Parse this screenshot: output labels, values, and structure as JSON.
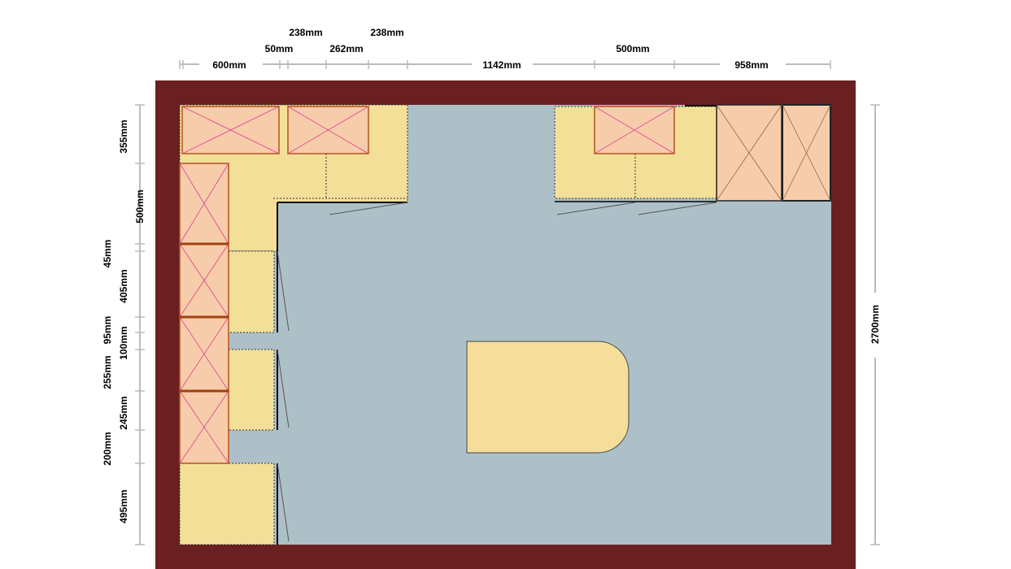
{
  "colors": {
    "wall": "#6a2020",
    "floor": "#adc0c7",
    "counter": "#f3df98",
    "cabinet": "#f7ccaa",
    "cabinet_edge": "#b3541e",
    "cross": "#e04090",
    "island": "#f5dd9a",
    "dim": "#bbbbbb"
  },
  "top_dimensions": {
    "row1": [
      "238mm",
      "238mm"
    ],
    "row2": [
      "50mm",
      "262mm",
      "500mm"
    ],
    "row3": [
      "600mm",
      "1142mm",
      "958mm"
    ]
  },
  "left_dimensions": {
    "outer": [
      "45mm",
      "95mm",
      "255mm",
      "200mm"
    ],
    "inner": [
      "355mm",
      "405mm",
      "100mm",
      "245mm",
      "495mm"
    ],
    "mid": [
      "500mm"
    ]
  },
  "right_dimensions": {
    "total": "2700mm"
  },
  "legend": {
    "wall_icon": "wall-icon",
    "cabinet_icon": "cross-box-icon"
  }
}
